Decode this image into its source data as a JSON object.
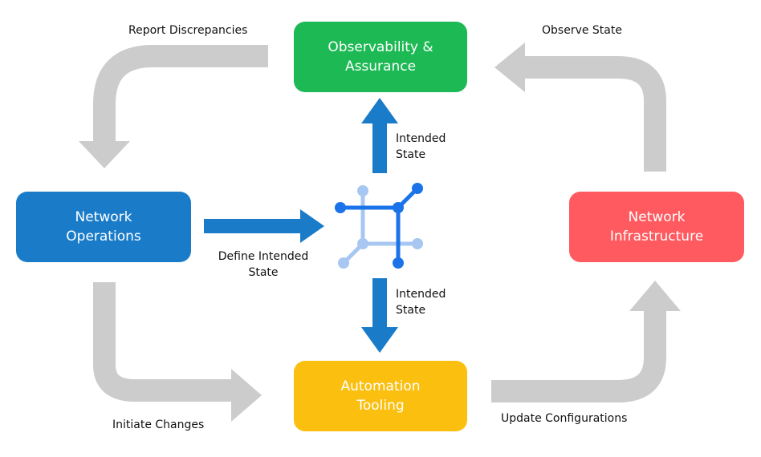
{
  "boxes": {
    "observability": {
      "text": "Observability &\nAssurance",
      "color": "#1db954"
    },
    "operations": {
      "text": "Network\nOperations",
      "color": "#1a7cc9"
    },
    "infrastructure": {
      "text": "Network\nInfrastructure",
      "color": "#ff5a5f"
    },
    "automation": {
      "text": "Automation\nTooling",
      "color": "#fbbf10"
    }
  },
  "labels": {
    "report_discrepancies": "Report Discrepancies",
    "observe_state": "Observe State",
    "define_intended_state": "Define Intended\nState",
    "intended_state_up": "Intended\nState",
    "intended_state_down": "Intended\nState",
    "initiate_changes": "Initiate Changes",
    "update_configurations": "Update Configurations"
  },
  "colors": {
    "loop_arrow": "#cccccc",
    "flow_arrow": "#1a7cc9",
    "icon_dark": "#1a73e8",
    "icon_light": "#a7c7f2"
  },
  "icons": {
    "center": "network-topology-icon"
  }
}
